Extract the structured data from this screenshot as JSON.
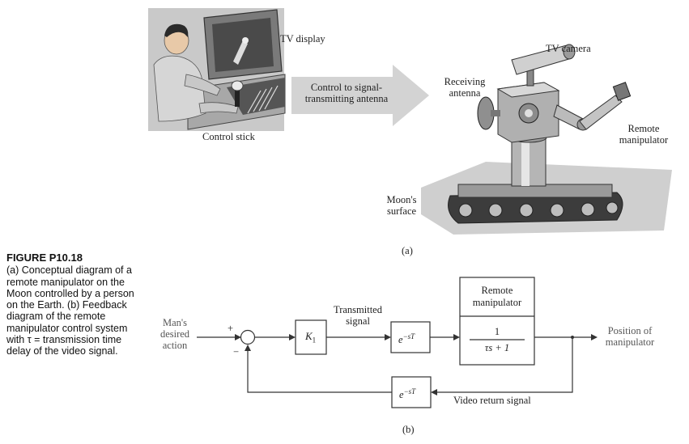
{
  "figure": {
    "number": "FIGURE P10.18",
    "caption": "(a) Conceptual diagram of a remote manipulator on the Moon controlled by a person on the Earth. (b) Feedback diagram of the remote manipulator control system with τ = transmission time delay of the video signal."
  },
  "part_a": {
    "label": "(a)",
    "tv_display": "TV display",
    "control_stick": "Control stick",
    "arrow_text_line1": "Control to signal-",
    "arrow_text_line2": "transmitting antenna",
    "tv_camera": "TV camera",
    "receiving_antenna_line1": "Receiving",
    "receiving_antenna_line2": "antenna",
    "remote_manipulator_line1": "Remote",
    "remote_manipulator_line2": "manipulator",
    "moon_surface_line1": "Moon's",
    "moon_surface_line2": "surface"
  },
  "part_b": {
    "label": "(b)",
    "input_line1": "Man's",
    "input_line2": "desired",
    "input_line3": "action",
    "plus_sign": "+",
    "minus_sign": "−",
    "gain": "K",
    "gain_sub": "1",
    "transmitted_line1": "Transmitted",
    "transmitted_line2": "signal",
    "delay_forward": "e",
    "delay_exp": "−sT",
    "plant_title_line1": "Remote",
    "plant_title_line2": "manipulator",
    "plant_num": "1",
    "plant_den": "τs + 1",
    "delay_feedback": "e",
    "delay_feedback_exp": "−sT",
    "video_return": "Video return signal",
    "output_line1": "Position of",
    "output_line2": "manipulator"
  }
}
